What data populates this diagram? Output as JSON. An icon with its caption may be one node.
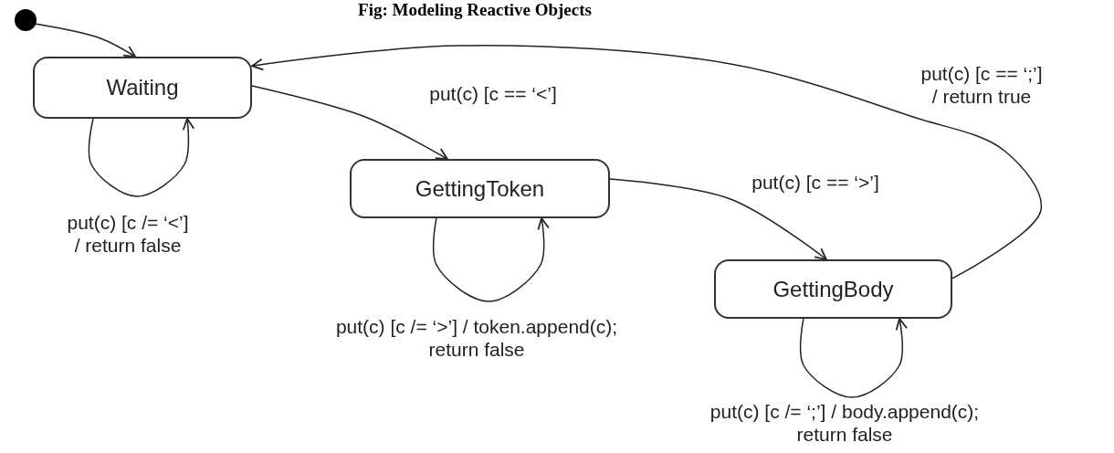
{
  "diagram": {
    "title": "Fig: Modeling Reactive Objects",
    "nodes": [
      {
        "text": [],
        "shape": "circle"
      },
      {
        "text": [
          "Waiting"
        ]
      },
      {
        "text": [
          "GettingToken"
        ]
      },
      {
        "text": [
          "GettingBody"
        ]
      }
    ],
    "edges": [
      {
        "from": 0,
        "to": 1,
        "arrow": "to"
      },
      {
        "from": 1,
        "to": 1,
        "arrow": "to",
        "label": "put(c) [c /= ‘<’] / return false"
      },
      {
        "from": 1,
        "to": 2,
        "arrow": "to",
        "label": "put(c) [c == ‘<’]"
      },
      {
        "from": 2,
        "to": 2,
        "arrow": "to",
        "label": "put(c) [c /= ‘>’] / token.append(c); return false"
      },
      {
        "from": 2,
        "to": 3,
        "arrow": "to",
        "label": "put(c) [c == ‘>’]"
      },
      {
        "from": 3,
        "to": 3,
        "arrow": "to",
        "label": "put(c) [c /= ‘;’] / body.append(c); return false"
      },
      {
        "from": 3,
        "to": 1,
        "arrow": "to",
        "label": "put(c) [c == ‘;’] / return true"
      }
    ]
  }
}
